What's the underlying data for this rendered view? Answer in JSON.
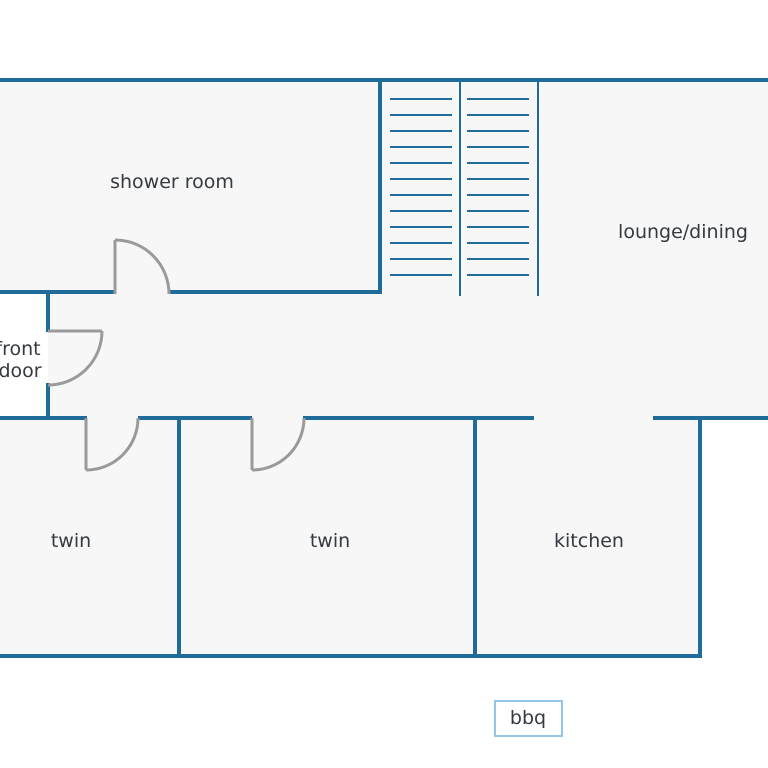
{
  "rooms": {
    "shower_room": "shower room",
    "lounge_dining": "lounge/dining",
    "front_door_line1": "front",
    "front_door_line2": "door",
    "twin_left": "twin",
    "twin_middle": "twin",
    "kitchen": "kitchen"
  },
  "features": {
    "bbq": "bbq"
  },
  "colors": {
    "wall": "#1f6b99",
    "floor": "#f7f7f7",
    "door": "#9a9a9a",
    "bbq_outline": "#8fc6ea",
    "text": "#333a40"
  }
}
